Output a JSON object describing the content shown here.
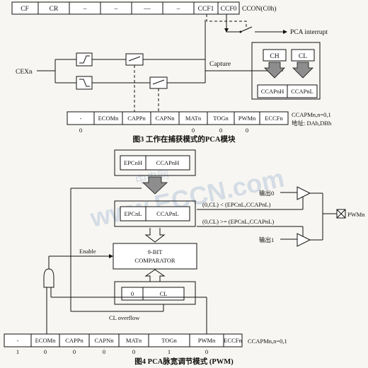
{
  "fig3": {
    "ccon_bits": [
      "CF",
      "CR",
      "–",
      "–",
      "—",
      "–",
      "CCF1",
      "CCF0"
    ],
    "ccon_label": "CCON(C0h)",
    "pca_interrupt": "PCA interrupt",
    "cexn": "CEXn",
    "capture": "Capture",
    "ch": "CH",
    "cl": "CL",
    "ccapnh": "CCAPnH",
    "ccapnl": "CCAPnL",
    "ccapm_bits": [
      "-",
      "ECOMn",
      "CAPPn",
      "CAPNn",
      "MATn",
      "TOGn",
      "PWMn",
      "ECCFn"
    ],
    "ccapm_label_1": "CCAPMn,n=0,1",
    "ccapm_label_2": "地址: DAh,DBh",
    "bit_values": [
      "0",
      "",
      "",
      "",
      "0",
      "0",
      "0",
      ""
    ],
    "caption": "图3  工作在捕获模式的PCA模块"
  },
  "fig4": {
    "epcnh": "EPCnH",
    "ccapnh": "CCAPnH",
    "epcnl": "EPCnL",
    "ccapnl": "CCAPnL",
    "comparator_1": "9-BIT",
    "comparator_2": "COMPARATOR",
    "enable": "Enable",
    "zero": "0",
    "cl": "CL",
    "cl_overflow": "CL overflow",
    "cond_lt": "(0,CL)  <  (EPCnL,CCAPnL)",
    "cond_ge": "(0,CL)  >=  (EPCnL,CCAPnL)",
    "out0": "输出0",
    "out1": "输出1",
    "pwmn": "PWMn",
    "ccapm_bits": [
      "-",
      "ECOMn",
      "CAPPn",
      "CAPNn",
      "MATn",
      "TOGn",
      "PWMn",
      "ECCFn"
    ],
    "ccapm_label": "CCAPMn,n=0,1",
    "bit_values": [
      "1",
      "0",
      "0",
      "0",
      "0",
      "1",
      "0",
      ""
    ],
    "caption": "图4  PCA脉宽调节模式 (PWM)"
  },
  "watermark": {
    "text": "www.ECCN.com",
    "sub": "中电网"
  }
}
